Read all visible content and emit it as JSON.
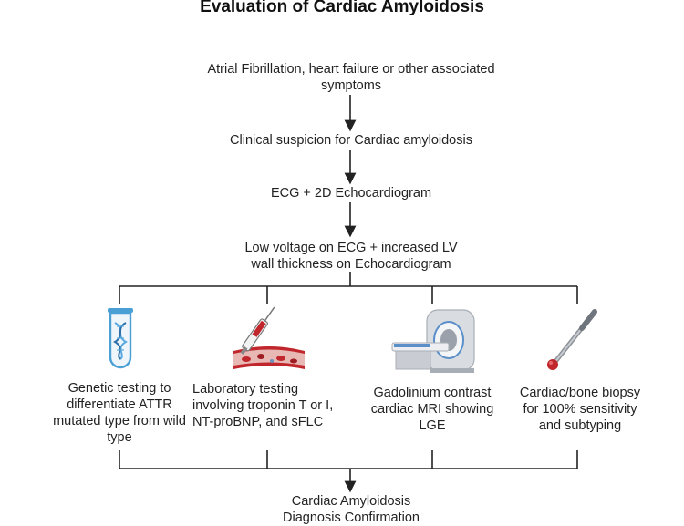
{
  "title": "Evaluation of Cardiac Amyloidosis",
  "steps": [
    {
      "line1": "Atrial Fibrillation, heart failure or other associated",
      "line2": "symptoms"
    },
    {
      "line1": "Clinical suspicion for Cardiac amyloidosis"
    },
    {
      "line1": "ECG + 2D Echocardiogram"
    },
    {
      "line1": "Low voltage on ECG + increased LV",
      "line2": "wall thickness on Echocardiogram"
    }
  ],
  "branches": [
    {
      "icon": "test-tube-dna-icon",
      "lines": [
        "Genetic testing to",
        "differentiate ATTR",
        "mutated type from wild",
        "type"
      ]
    },
    {
      "icon": "syringe-blood-vessel-icon",
      "lines": [
        "Laboratory testing",
        "involving troponin T or I,",
        "NT-proBNP, and sFLC"
      ]
    },
    {
      "icon": "mri-scanner-icon",
      "lines": [
        "Gadolinium contrast",
        "cardiac MRI showing",
        "LGE"
      ]
    },
    {
      "icon": "biopsy-needle-icon",
      "lines": [
        "Cardiac/bone biopsy",
        "for 100% sensitivity",
        "and subtyping"
      ]
    }
  ],
  "conclusion": {
    "line1": "Cardiac Amyloidosis",
    "line2": "Diagnosis Confirmation"
  },
  "colors": {
    "line": "#222222",
    "tube": "#4a9fd4",
    "dna": "#5aa9e0",
    "blood": "#c0262c",
    "mri_body": "#d9dde2",
    "mri_accent": "#5b8fc9"
  }
}
